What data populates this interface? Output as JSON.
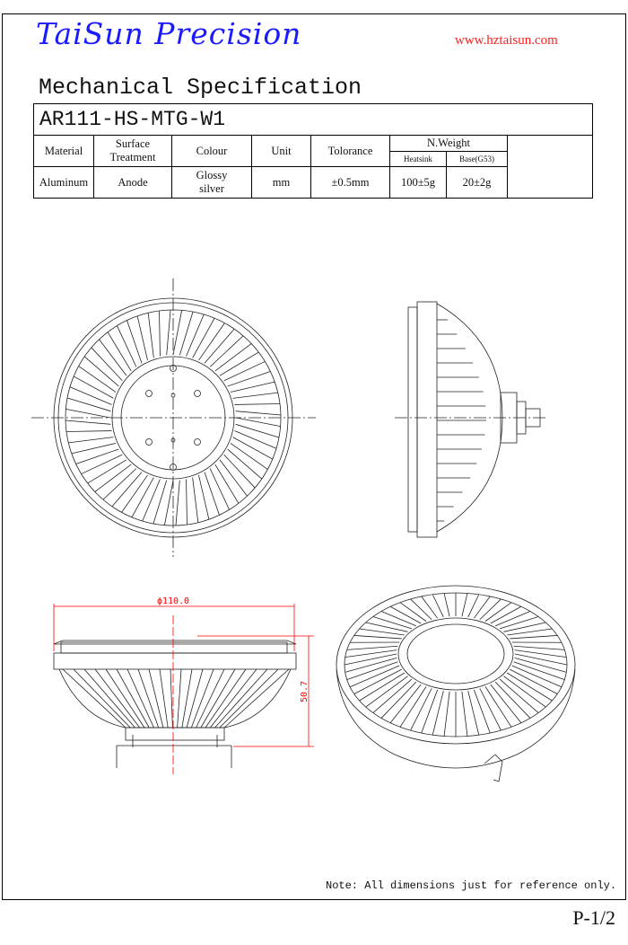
{
  "header": {
    "brand": "TaiSun Precision",
    "url": "www.hztaisun.com",
    "title": "Mechanical Specification"
  },
  "spec": {
    "model": "AR111-HS-MTG-W1",
    "headers": {
      "material": "Material",
      "surface_1": "Surface",
      "surface_2": "Treatment",
      "colour": "Colour",
      "unit": "Unit",
      "tolerance": "Tolorance",
      "weight": "N.Weight",
      "heatsink": "Heatsink",
      "base": "Base(G53)"
    },
    "values": {
      "material": "Aluminum",
      "surface": "Anode",
      "colour_1": "Glossy",
      "colour_2": "silver",
      "unit": "mm",
      "tolerance": "±0.5mm",
      "heatsink": "100±5g",
      "base": "20±2g"
    }
  },
  "dimensions": {
    "diameter": "ϕ110.0",
    "height": "50.7"
  },
  "colors": {
    "brand": "#1a1aff",
    "url": "#ff2020",
    "dimension": "#ff0000"
  },
  "footer": {
    "note": "Note: All dimensions just for reference only.",
    "page": "P-1/2"
  }
}
